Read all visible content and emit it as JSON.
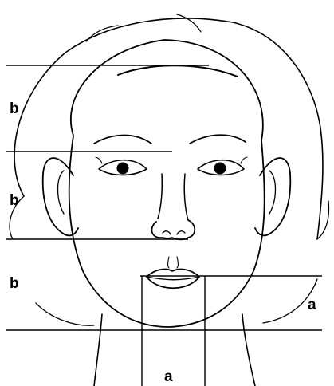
{
  "diagram": {
    "labels": {
      "b_top": "b",
      "b_middle": "b",
      "b_bottom": "b",
      "a_right": "a",
      "a_bottom": "a"
    },
    "colors": {
      "ink": "#000000",
      "background": "#ffffff"
    }
  }
}
